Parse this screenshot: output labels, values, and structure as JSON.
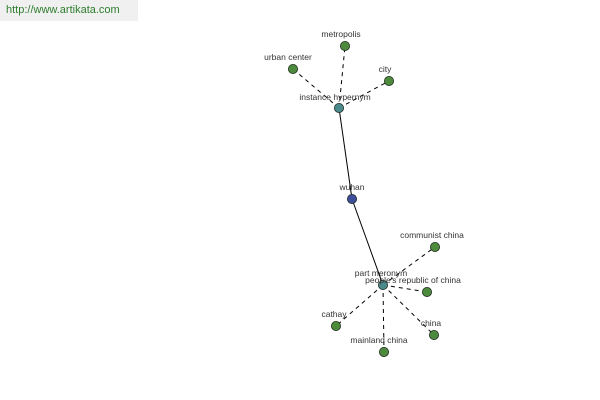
{
  "site": {
    "url": "http://www.artikata.com"
  },
  "colors": {
    "center": "#3d4e9a",
    "relation": "#4a8a8c",
    "leaf": "#4c8a3c",
    "stroke": "#1f2a1f",
    "edge": "#000000"
  },
  "graph": {
    "nodes": [
      {
        "id": "wuhan",
        "label": "wuhan",
        "kind": "center"
      },
      {
        "id": "instance_hypernym",
        "label": "instance hypernym",
        "kind": "relation"
      },
      {
        "id": "part_meronym",
        "label": "part meronym",
        "kind": "relation"
      },
      {
        "id": "metropolis",
        "label": "metropolis",
        "kind": "leaf"
      },
      {
        "id": "urban_center",
        "label": "urban center",
        "kind": "leaf"
      },
      {
        "id": "city",
        "label": "city",
        "kind": "leaf"
      },
      {
        "id": "communist_china",
        "label": "communist china",
        "kind": "leaf"
      },
      {
        "id": "peoples_republic_of_china",
        "label": "people's republic of china",
        "kind": "leaf"
      },
      {
        "id": "cathay",
        "label": "cathay",
        "kind": "leaf"
      },
      {
        "id": "china",
        "label": "china",
        "kind": "leaf"
      },
      {
        "id": "mainland_china",
        "label": "mainland china",
        "kind": "leaf"
      }
    ],
    "edges": [
      {
        "from": "wuhan",
        "to": "instance_hypernym",
        "style": "solid"
      },
      {
        "from": "wuhan",
        "to": "part_meronym",
        "style": "solid"
      },
      {
        "from": "instance_hypernym",
        "to": "metropolis",
        "style": "dashed"
      },
      {
        "from": "instance_hypernym",
        "to": "urban_center",
        "style": "dashed"
      },
      {
        "from": "instance_hypernym",
        "to": "city",
        "style": "dashed"
      },
      {
        "from": "part_meronym",
        "to": "communist_china",
        "style": "dashed"
      },
      {
        "from": "part_meronym",
        "to": "peoples_republic_of_china",
        "style": "dashed"
      },
      {
        "from": "part_meronym",
        "to": "cathay",
        "style": "dashed"
      },
      {
        "from": "part_meronym",
        "to": "china",
        "style": "dashed"
      },
      {
        "from": "part_meronym",
        "to": "mainland_china",
        "style": "dashed"
      }
    ]
  }
}
